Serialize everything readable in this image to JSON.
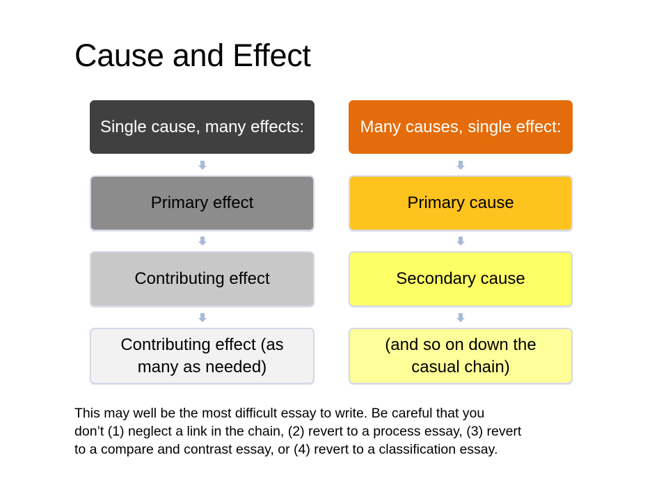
{
  "slide": {
    "title": "Cause and Effect",
    "colors": {
      "left_header": "#404040",
      "left_row2": "#8C8C8C",
      "left_row3": "#C8C8C8",
      "left_row4": "#F2F2F2",
      "right_header": "#E46C0A",
      "right_row2": "#FFC31F",
      "right_row3": "#FFFF66",
      "right_row4": "#FFFF99",
      "arrow": "#A9B9D8",
      "box_border": "#D4D9E5"
    },
    "left_column": {
      "header": "Single cause, many effects:",
      "items": [
        "Primary effect",
        "Contributing effect",
        "Contributing effect (as many as needed)"
      ]
    },
    "right_column": {
      "header": "Many causes, single effect:",
      "items": [
        "Primary cause",
        "Secondary cause",
        "(and so on down the casual chain)"
      ]
    },
    "arrow_icon": "down-arrow-icon",
    "body_lines": [
      "This may well be the most difficult essay to write. Be careful that you",
      "don’t (1) neglect a link in the chain, (2) revert to a process essay, (3) revert",
      "to a compare and contrast essay, or (4) revert to a classification essay."
    ]
  }
}
